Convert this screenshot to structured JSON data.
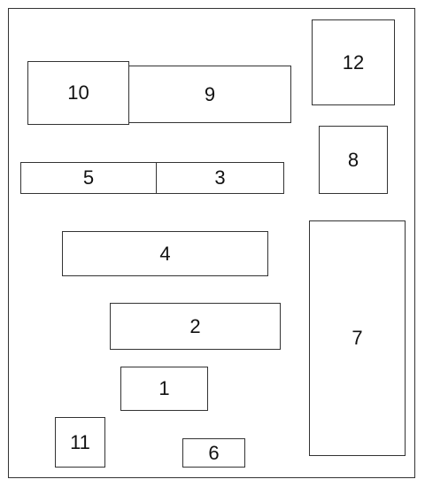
{
  "boxes": {
    "b1": "1",
    "b2": "2",
    "b3": "3",
    "b4": "4",
    "b5": "5",
    "b6": "6",
    "b7": "7",
    "b8": "8",
    "b9": "9",
    "b10": "10",
    "b11": "11",
    "b12": "12"
  },
  "colors": {
    "stroke": "#333333",
    "background": "#ffffff",
    "text": "#111111"
  }
}
